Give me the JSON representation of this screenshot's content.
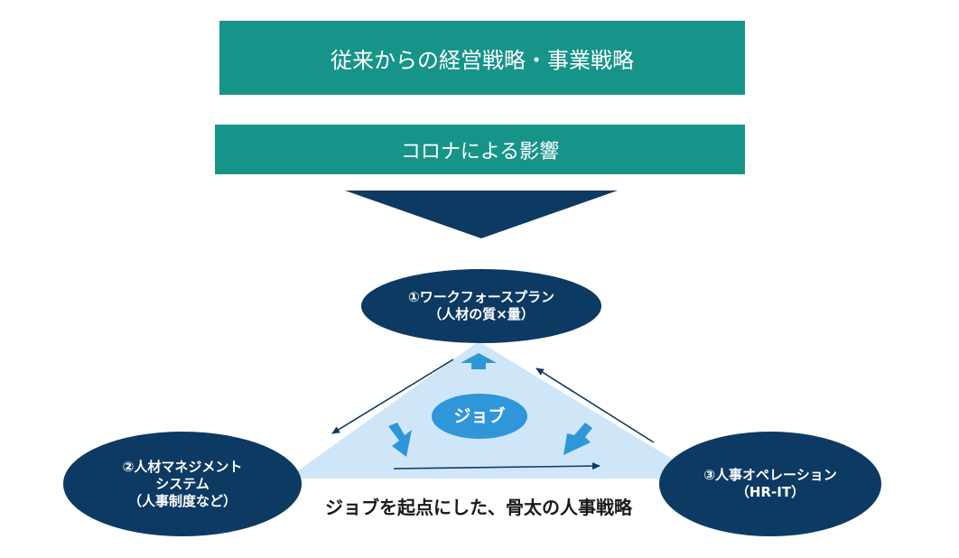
{
  "colors": {
    "teal": "#17948a",
    "navy": "#0d3a62",
    "triangle_fill": "#cfe6f8",
    "job_oval": "#2f96d9",
    "light_arrow": "#2f96d9",
    "thin_arrow": "#0d3a62"
  },
  "header": {
    "strategy": "従来からの経営戦略・事業戦略",
    "corona": "コロナによる影響"
  },
  "nodes": {
    "workforce": {
      "line1": "①ワークフォースプラン",
      "line2": "（人材の質×量）"
    },
    "hrm": {
      "line1": "②人材マネジメント",
      "line2": "システム",
      "line3": "（人事制度など）"
    },
    "ops": {
      "line1": "③人事オペレーション",
      "line2": "（HR-IT）"
    },
    "job": "ジョブ"
  },
  "caption": "ジョブを起点にした、骨太の人事戦略"
}
